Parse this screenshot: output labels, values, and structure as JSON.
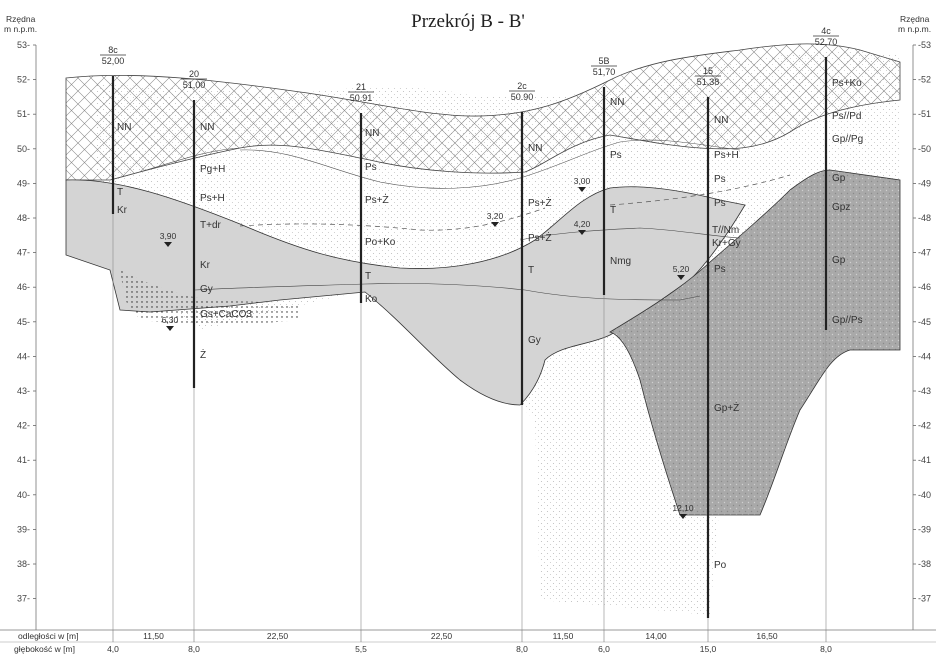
{
  "title": "Przekrój B - B'",
  "axis_label_left": [
    "Rzędna",
    "m n.p.m."
  ],
  "axis_label_right": [
    "Rzędna",
    "m n.p.m."
  ],
  "elevation_ticks": [
    "53",
    "52",
    "51",
    "50",
    "49",
    "48",
    "47",
    "46",
    "45",
    "44",
    "43",
    "42",
    "41",
    "40",
    "39",
    "38",
    "37"
  ],
  "boreholes": [
    {
      "name": "8c",
      "elevation": "52,00",
      "depth": "4,0",
      "layers": [
        "NN",
        "T",
        "Kr"
      ]
    },
    {
      "name": "20",
      "elevation": "51,00",
      "depth": "8,0",
      "layers": [
        "NN",
        "Pg+H",
        "Ps+H",
        "T+dr",
        "Kr",
        "Gy",
        "Gs+CaCO3",
        "Ż"
      ]
    },
    {
      "name": "21",
      "elevation": "50.91",
      "depth": "5,5",
      "layers": [
        "NN",
        "Ps",
        "Ps+Ż",
        "Po+Ko",
        "T",
        "Ko"
      ]
    },
    {
      "name": "2c",
      "elevation": "50.90",
      "depth": "8,0",
      "layers": [
        "NN",
        "Ps+Ż",
        "Ps+Ż",
        "T",
        "Gy"
      ]
    },
    {
      "name": "5B",
      "elevation": "51,70",
      "depth": "6,0",
      "layers": [
        "NN",
        "Ps",
        "T",
        "Nmg"
      ]
    },
    {
      "name": "15",
      "elevation": "51,38",
      "depth": "15,0",
      "layers": [
        "NN",
        "Ps+H",
        "Ps",
        "Ps",
        "T//Nm",
        "Kr+Gy",
        "Ps",
        "Gp+Ż",
        "Po"
      ]
    },
    {
      "name": "4c",
      "elevation": "52,70",
      "depth": "8,0",
      "layers": [
        "Ps+Ko",
        "Ps//Pd",
        "Gp//Pg",
        "Gp",
        "Gpz",
        "Gp",
        "Gp//Ps"
      ]
    }
  ],
  "water_levels": [
    "3,90",
    "6,30",
    "3,20",
    "3,00",
    "4,20",
    "5,20",
    "12,10"
  ],
  "footer": {
    "distance_label": "odległości w [m]",
    "depth_label": "głębokość w [m]",
    "distances": [
      "11,50",
      "22,50",
      "22,50",
      "11,50",
      "14,00",
      "16,50"
    ]
  }
}
